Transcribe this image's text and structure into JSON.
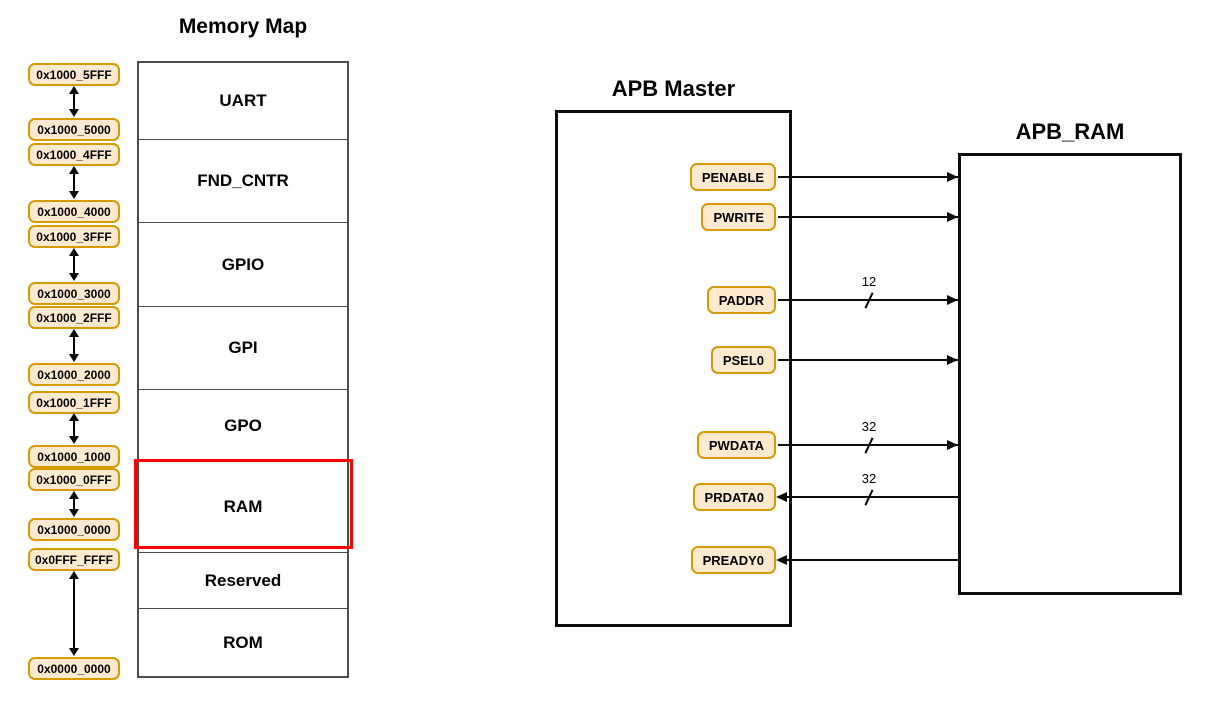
{
  "memory_map": {
    "title": "Memory Map",
    "regions": [
      {
        "label": "UART",
        "highlighted": false
      },
      {
        "label": "FND_CNTR",
        "highlighted": false
      },
      {
        "label": "GPIO",
        "highlighted": false
      },
      {
        "label": "GPI",
        "highlighted": false
      },
      {
        "label": "GPO",
        "highlighted": false
      },
      {
        "label": "RAM",
        "highlighted": true
      },
      {
        "label": "Reserved",
        "highlighted": false
      },
      {
        "label": "ROM",
        "highlighted": false
      }
    ],
    "addresses": [
      "0x1000_5FFF",
      "0x1000_5000",
      "0x1000_4FFF",
      "0x1000_4000",
      "0x1000_3FFF",
      "0x1000_3000",
      "0x1000_2FFF",
      "0x1000_2000",
      "0x1000_1FFF",
      "0x1000_1000",
      "0x1000_0FFF",
      "0x1000_0000",
      "0x0FFF_FFFF",
      "0x0000_0000"
    ]
  },
  "apb": {
    "master_title": "APB Master",
    "ram_title": "APB_RAM",
    "signals": [
      {
        "name": "PENABLE",
        "direction": "out",
        "width": ""
      },
      {
        "name": "PWRITE",
        "direction": "out",
        "width": ""
      },
      {
        "name": "PADDR",
        "direction": "out",
        "width": "12"
      },
      {
        "name": "PSEL0",
        "direction": "out",
        "width": ""
      },
      {
        "name": "PWDATA",
        "direction": "out",
        "width": "32"
      },
      {
        "name": "PRDATA0",
        "direction": "in",
        "width": "32"
      },
      {
        "name": "PREADY0",
        "direction": "in",
        "width": ""
      }
    ]
  },
  "colors": {
    "label_fill": "#FFE9CF",
    "label_border": "#D79B00",
    "highlight": "#FF0000",
    "box_border": "#0D0D0D",
    "column_border": "#4D4D4D"
  }
}
